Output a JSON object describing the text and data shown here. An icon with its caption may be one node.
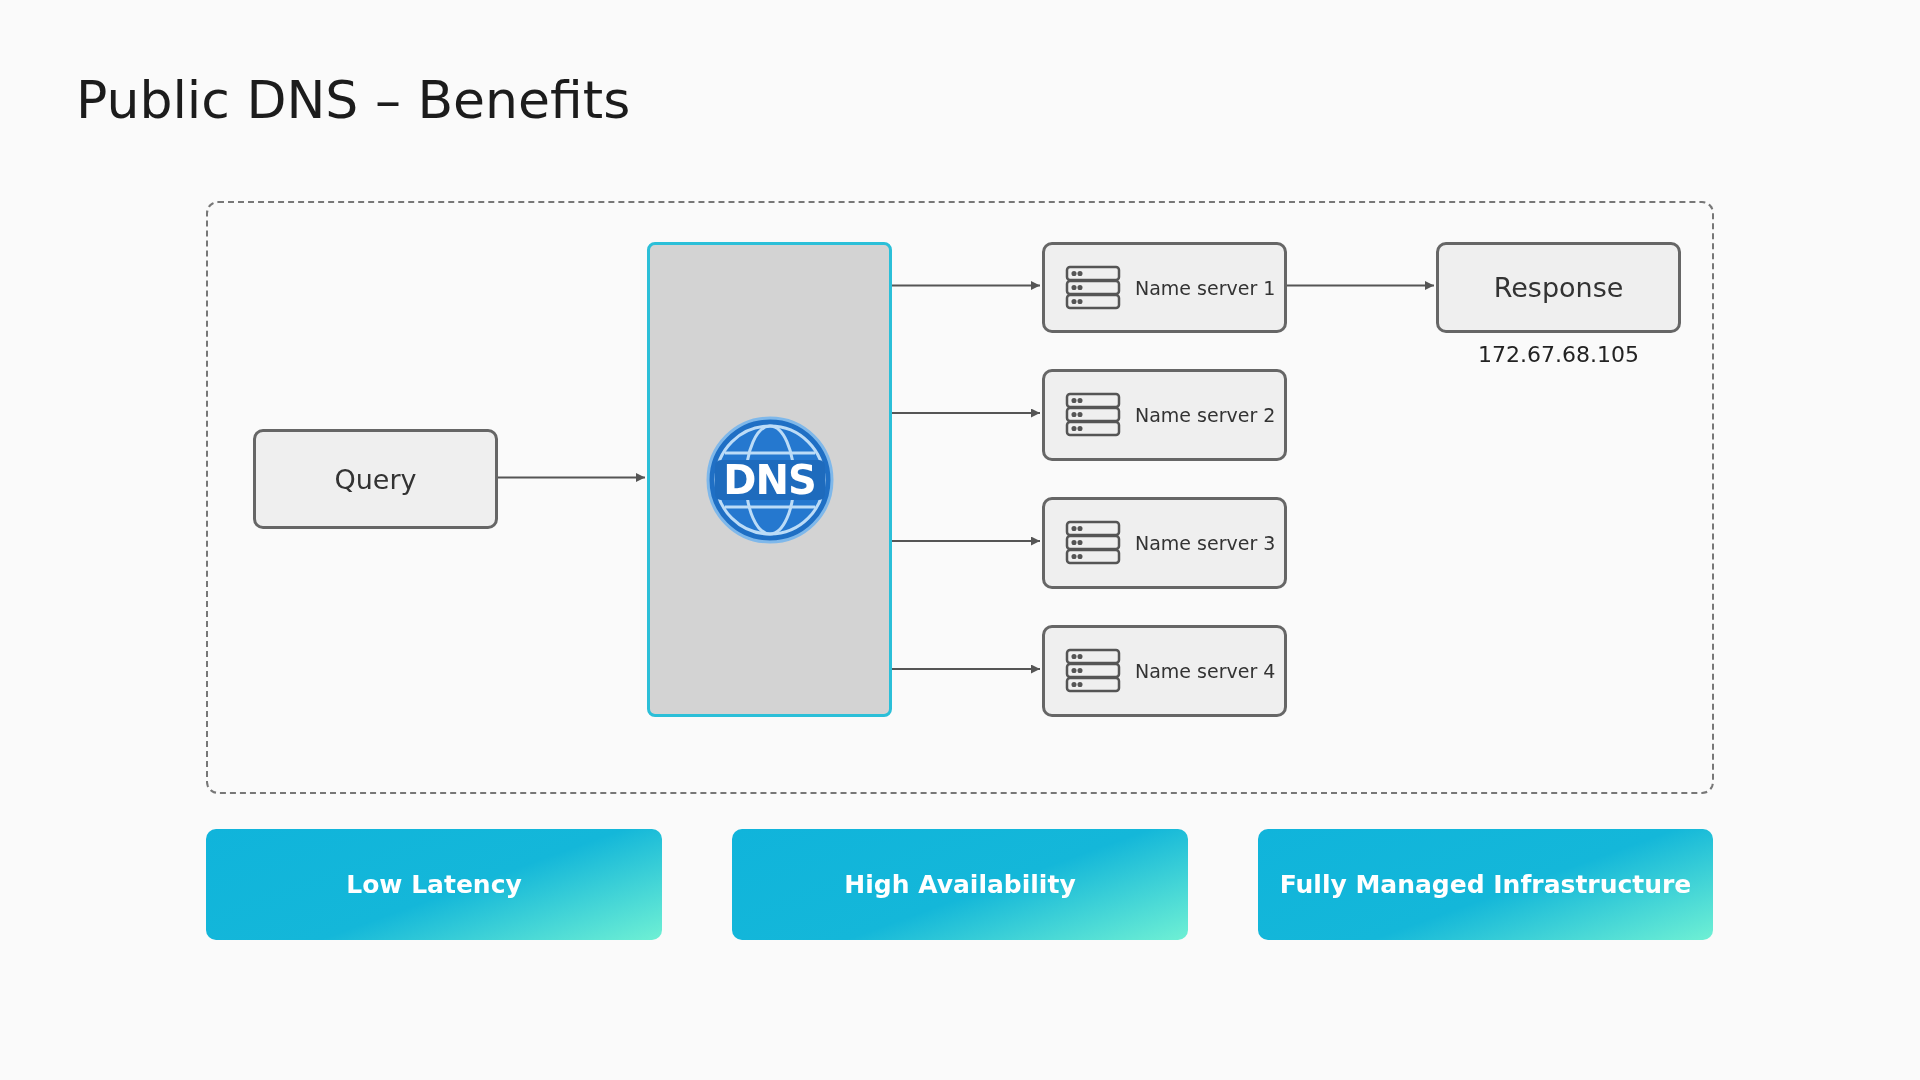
{
  "diagram": {
    "title": "Public DNS – Benefits",
    "nodes": [
      {
        "text": [],
        "shape": "box"
      },
      {
        "text": [
          "Query"
        ],
        "in": 0
      },
      {
        "text": [
          "DNS"
        ],
        "in": 0
      },
      {
        "text": [
          "Name server 1"
        ],
        "in": 0
      },
      {
        "text": [
          "Name server 2"
        ],
        "in": 0
      },
      {
        "text": [
          "Name server 3"
        ],
        "in": 0
      },
      {
        "text": [
          "Name server 4"
        ],
        "in": 0
      },
      {
        "text": [
          "Response"
        ],
        "in": 0,
        "beside": [
          "172.67.68.105"
        ]
      },
      {
        "text": [
          "Low Latency"
        ]
      },
      {
        "text": [
          "High Availability"
        ]
      },
      {
        "text": [
          "Fully Managed Infrastructure"
        ]
      }
    ],
    "edges": [
      {
        "from": 1,
        "to": 2,
        "arrow": "to"
      },
      {
        "from": 2,
        "to": 3,
        "arrow": "to"
      },
      {
        "from": 2,
        "to": 4,
        "arrow": "to"
      },
      {
        "from": 2,
        "to": 5,
        "arrow": "to"
      },
      {
        "from": 2,
        "to": 6,
        "arrow": "to"
      },
      {
        "from": 3,
        "to": 7,
        "arrow": "to"
      }
    ]
  }
}
